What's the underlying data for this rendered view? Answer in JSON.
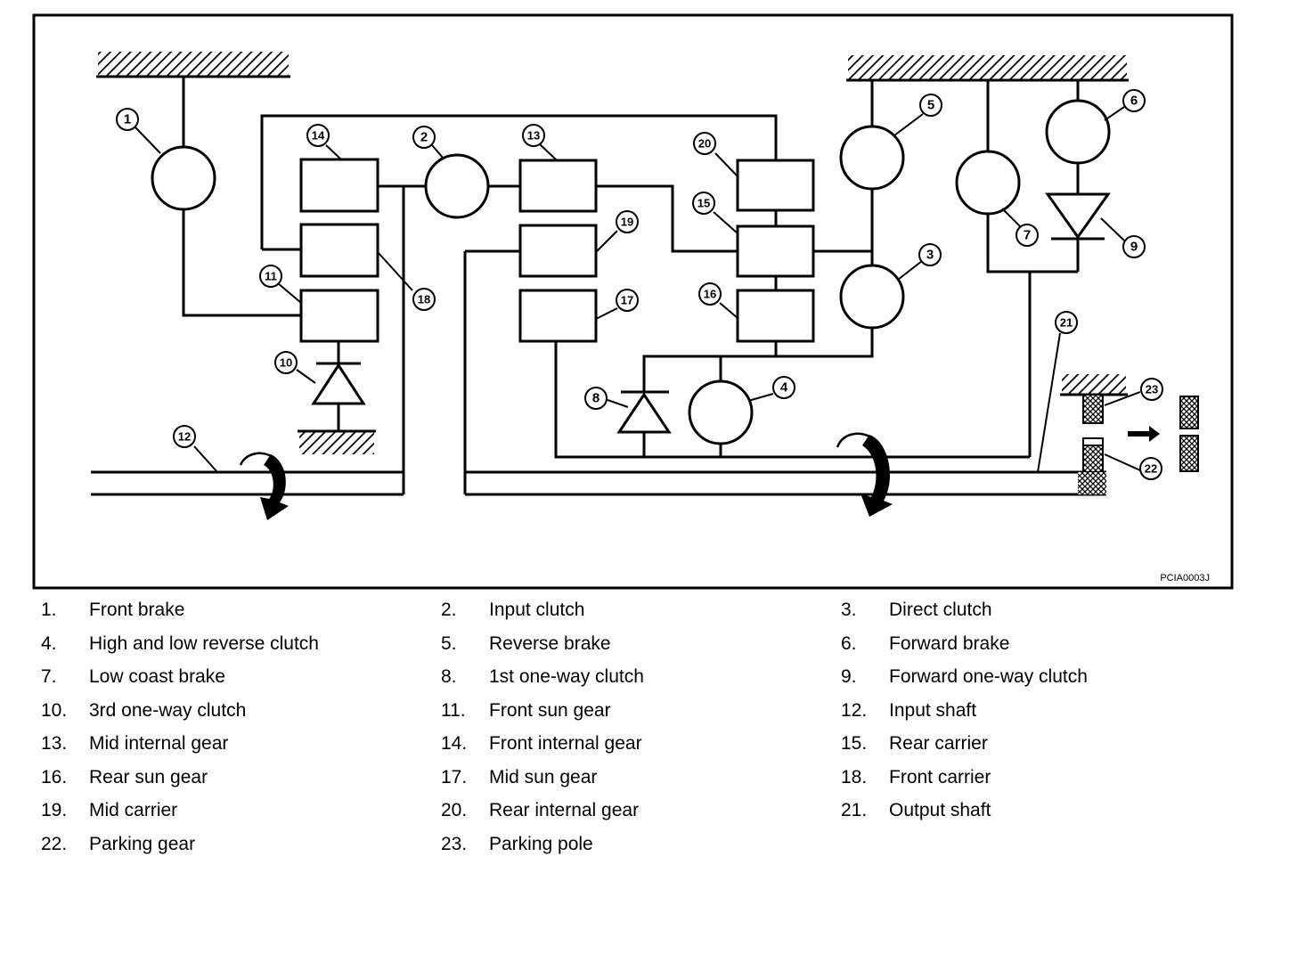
{
  "diagram": {
    "figure_code": "PCIA0003J",
    "callout_numbers": [
      "1",
      "2",
      "3",
      "4",
      "5",
      "6",
      "7",
      "8",
      "9",
      "10",
      "11",
      "12",
      "13",
      "14",
      "15",
      "16",
      "17",
      "18",
      "19",
      "20",
      "21",
      "22",
      "23"
    ]
  },
  "legend": [
    {
      "num": "1.",
      "label": "Front brake"
    },
    {
      "num": "2.",
      "label": "Input clutch"
    },
    {
      "num": "3.",
      "label": "Direct clutch"
    },
    {
      "num": "4.",
      "label": "High and low reverse clutch"
    },
    {
      "num": "5.",
      "label": "Reverse brake"
    },
    {
      "num": "6.",
      "label": "Forward brake"
    },
    {
      "num": "7.",
      "label": "Low coast brake"
    },
    {
      "num": "8.",
      "label": "1st one-way clutch"
    },
    {
      "num": "9.",
      "label": "Forward one-way clutch"
    },
    {
      "num": "10.",
      "label": "3rd one-way clutch"
    },
    {
      "num": "11.",
      "label": "Front sun gear"
    },
    {
      "num": "12.",
      "label": "Input shaft"
    },
    {
      "num": "13.",
      "label": "Mid internal gear"
    },
    {
      "num": "14.",
      "label": "Front internal gear"
    },
    {
      "num": "15.",
      "label": "Rear carrier"
    },
    {
      "num": "16.",
      "label": "Rear sun gear"
    },
    {
      "num": "17.",
      "label": "Mid sun gear"
    },
    {
      "num": "18.",
      "label": "Front carrier"
    },
    {
      "num": "19.",
      "label": "Mid carrier"
    },
    {
      "num": "20.",
      "label": "Rear internal gear"
    },
    {
      "num": "21.",
      "label": "Output shaft"
    },
    {
      "num": "22.",
      "label": "Parking gear"
    },
    {
      "num": "23.",
      "label": "Parking pole"
    }
  ]
}
